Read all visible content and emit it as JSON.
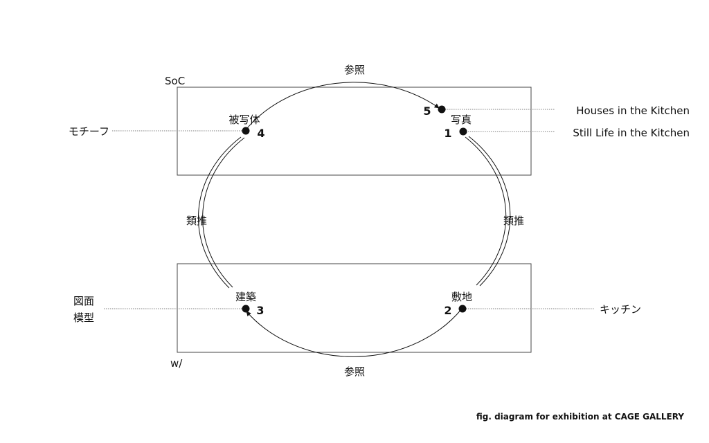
{
  "frames": {
    "top_label": "SoC",
    "bottom_label": "w/"
  },
  "arrows": {
    "top_label": "参照",
    "bottom_label": "参照",
    "left_label": "類推",
    "right_label": "類推"
  },
  "nodes": [
    {
      "id": "photo",
      "number": "1",
      "label": "写真"
    },
    {
      "id": "site",
      "number": "2",
      "label": "敷地"
    },
    {
      "id": "arch",
      "number": "3",
      "label": "建築"
    },
    {
      "id": "subject",
      "number": "4",
      "label": "被写体"
    },
    {
      "id": "photo2",
      "number": "5",
      "label": ""
    }
  ],
  "callouts": {
    "houses": "Houses in the Kitchen",
    "still_life": "Still Life in the Kitchen",
    "kitchen": "キッチン",
    "motif": "モチーフ",
    "drawings_line1": "図面",
    "drawings_line2": "模型"
  },
  "caption": "fig. diagram for exhibition at CAGE GALLERY",
  "colors": {
    "ink": "#111111",
    "frame": "#444444",
    "leader": "#555555"
  }
}
